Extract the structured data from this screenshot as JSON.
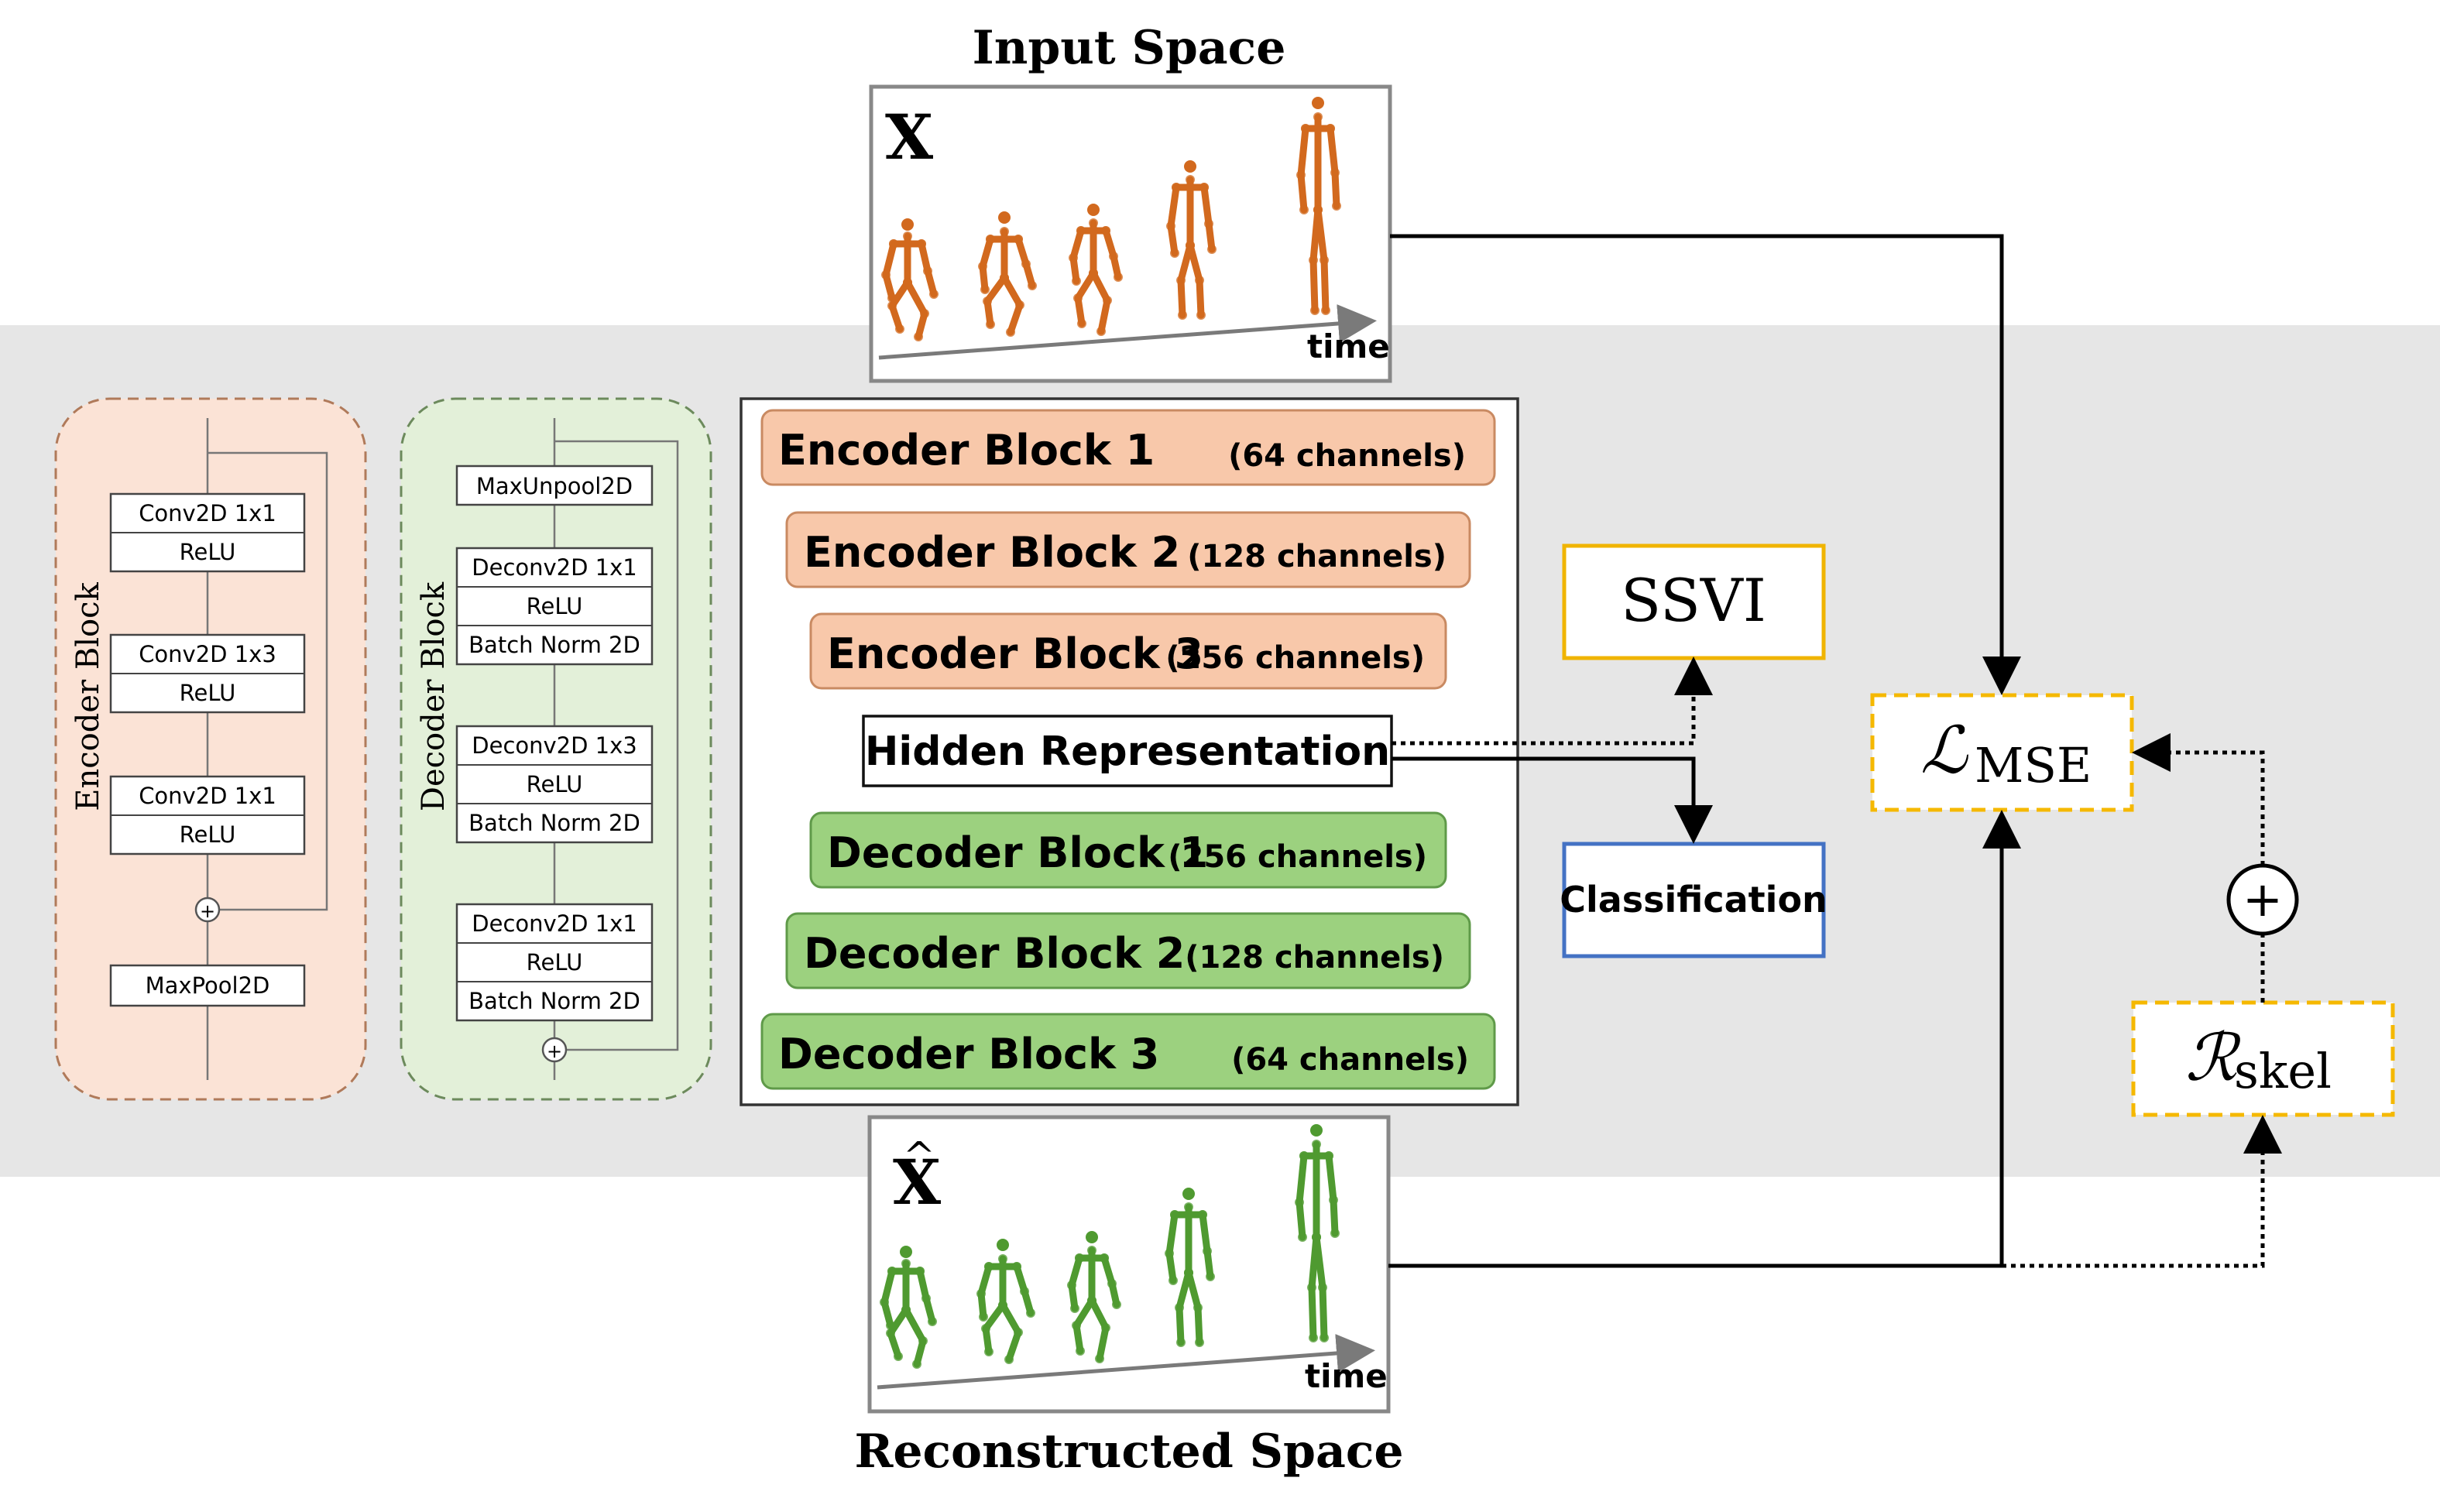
{
  "input_space": {
    "title": "Input Space",
    "symbol": "X",
    "time_label": "time"
  },
  "reconstructed_space": {
    "title": "Reconstructed Space",
    "symbol": "X",
    "hat": "^",
    "time_label": "time"
  },
  "encoder_block_detail": {
    "title": "Encoder Block",
    "layers": [
      [
        "Conv2D 1x1",
        "ReLU"
      ],
      [
        "Conv2D 1x3",
        "ReLU"
      ],
      [
        "Conv2D 1x1",
        "ReLU"
      ]
    ],
    "pool": "MaxPool2D",
    "sum_symbol": "+"
  },
  "decoder_block_detail": {
    "title": "Decoder Block",
    "unpool": "MaxUnpool2D",
    "layers": [
      [
        "Deconv2D 1x1",
        "ReLU",
        "Batch Norm 2D"
      ],
      [
        "Deconv2D 1x3",
        "ReLU",
        "Batch Norm 2D"
      ],
      [
        "Deconv2D 1x1",
        "ReLU",
        "Batch Norm 2D"
      ]
    ],
    "sum_symbol": "+"
  },
  "blocks": [
    {
      "name": "Encoder Block 1",
      "channels": "(64 channels)"
    },
    {
      "name": "Encoder Block 2",
      "channels": "(128 channels)"
    },
    {
      "name": "Encoder Block 3",
      "channels": "(256 channels)"
    },
    {
      "name": "Decoder Block 1",
      "channels": "(256 channels)"
    },
    {
      "name": "Decoder Block 2",
      "channels": "(128 channels)"
    },
    {
      "name": "Decoder Block 3",
      "channels": "(64 channels)"
    }
  ],
  "hidden_representation": "Hidden Representation",
  "ssvi": "SSVI",
  "classification": "Classification",
  "loss": {
    "symbol": "ℒ",
    "subscript": "MSE"
  },
  "regularizer": {
    "symbol": "ℛ",
    "subscript": "skel"
  },
  "plus": "+",
  "colors": {
    "encoder_fill": "#f8c8aa",
    "encoder_stroke": "#c98a62",
    "decoder_fill": "#9cd17f",
    "decoder_stroke": "#5f9a49",
    "enc_panel_fill": "#fbe3d6",
    "dec_panel_fill": "#e3f0d9",
    "band": "#e6e6e6",
    "ssvi_border": "#f0b400",
    "classification_border": "#4472c4",
    "dashed_box_border": "#f5b800",
    "input_skeleton": "#d2691e",
    "recon_skeleton": "#4f9a30"
  }
}
